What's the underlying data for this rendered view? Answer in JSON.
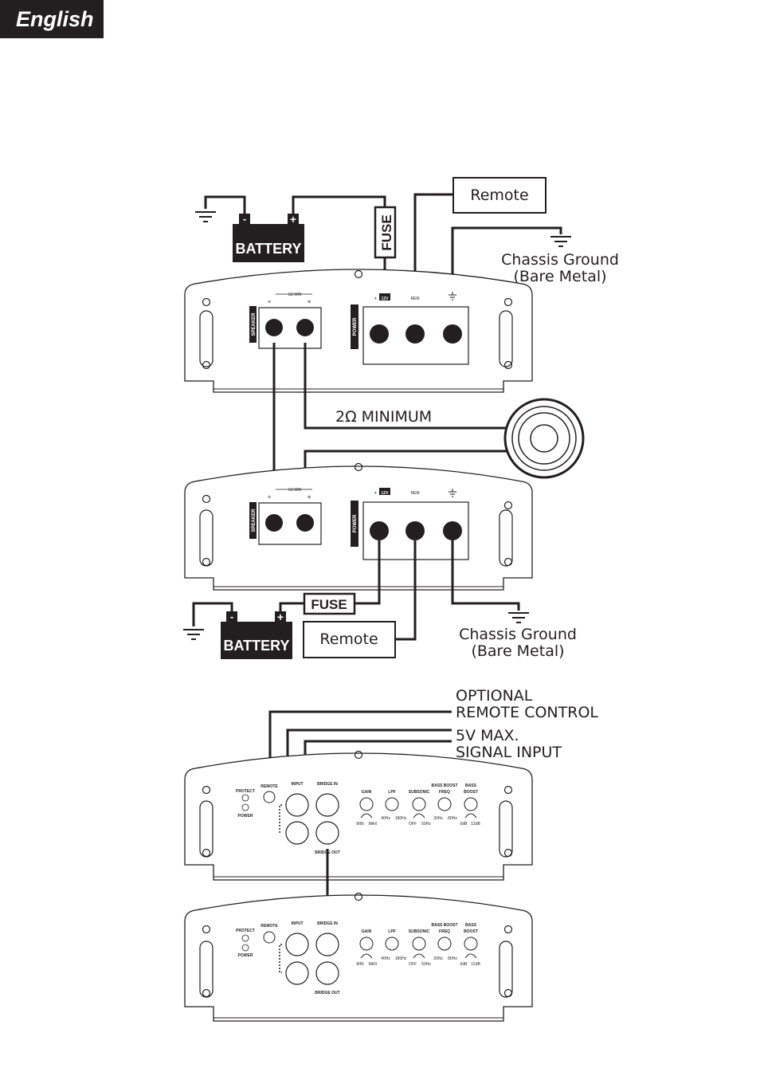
{
  "header": {
    "language_tab": "English"
  },
  "wiring": {
    "remote": "Remote",
    "fuse": "FUSE",
    "battery": "BATTERY",
    "chassis_ground_line1": "Chassis Ground",
    "chassis_ground_line2": "(Bare Metal)",
    "impedance": "2Ω MINIMUM",
    "speaker_label": "SPEAKER",
    "power_label": "POWER",
    "terminal_12v": "12V",
    "terminal_rem": "REM",
    "one_ohm_min": "1Ω MIN"
  },
  "signal": {
    "optional_line1": "OPTIONAL",
    "optional_line2": "REMOTE CONTROL",
    "max_line1": "5V MAX.",
    "max_line2": "SIGNAL INPUT"
  },
  "panel": {
    "protect": "PROTECT",
    "power": "POWER",
    "remote": "REMOTE",
    "input": "INPUT",
    "bridge_in": "BRIDGE IN",
    "bridge_out": "BRIDGE OUT",
    "gain": "GAIN",
    "lpf": "LPF",
    "subsonic": "SUBSONIC",
    "bass_boost_freq_1": "BASS BOOST",
    "bass_boost_freq_2": "FREQ",
    "bass_boost_1": "BASS",
    "bass_boost_2": "BOOST",
    "gain_min": "MIN",
    "gain_max": "MAX",
    "lpf_min": "40Hz",
    "lpf_max": "180Hz",
    "sub_min": "OFF",
    "sub_max": "50Hz",
    "bbf_min": "30Hz",
    "bbf_max": "80Hz",
    "bb_min": "0dB",
    "bb_max": "12dB"
  }
}
